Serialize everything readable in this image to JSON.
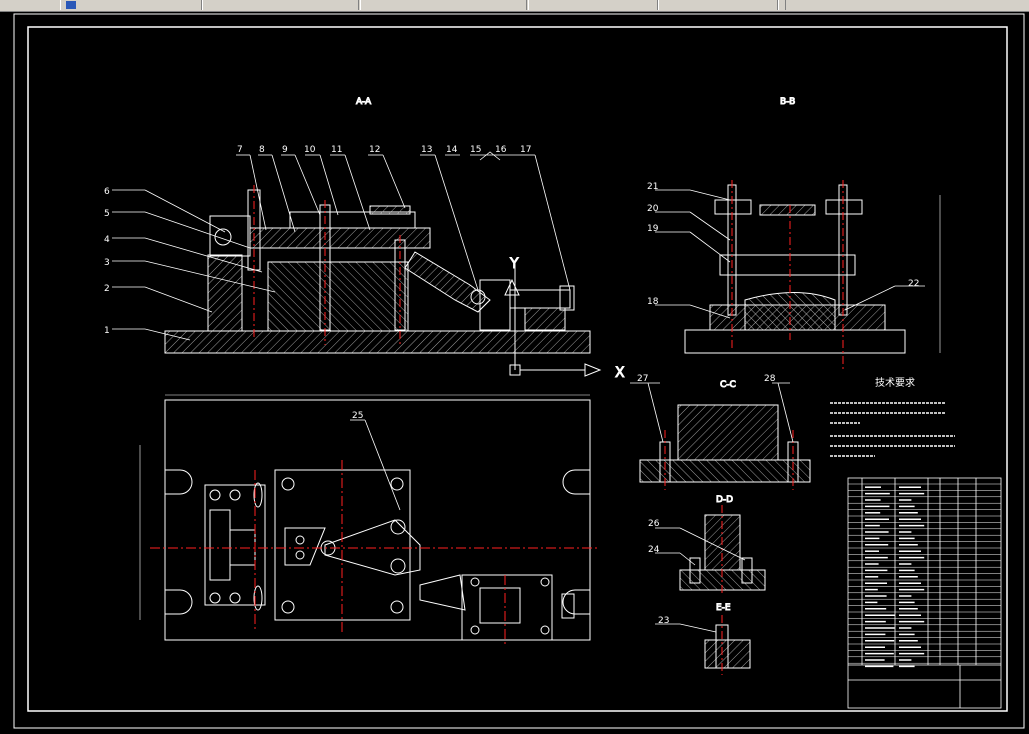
{
  "taskbar": {
    "tabs": 6
  },
  "section_labels": {
    "aa": "A-A",
    "bb": "B-B",
    "cc": "C-C",
    "dd": "D-D",
    "ee": "E-E"
  },
  "axis_labels": {
    "y": "Y",
    "x": "X"
  },
  "part_numbers_left": [
    "1",
    "2",
    "3",
    "4",
    "5",
    "6"
  ],
  "part_numbers_top": [
    "7",
    "8",
    "9",
    "10",
    "11",
    "12",
    "13",
    "14",
    "15",
    "16",
    "17"
  ],
  "part_numbers_bb": [
    "21",
    "20",
    "19",
    "18",
    "22"
  ],
  "part_numbers_misc": [
    "25",
    "27",
    "28",
    "26",
    "24",
    "23"
  ],
  "tech_title": "技术要求",
  "colors": {
    "background": "#000000",
    "line": "#ffffff",
    "centerline": "#ff2020",
    "hatch": "#c8c8c8",
    "frame": "#ffffff"
  }
}
